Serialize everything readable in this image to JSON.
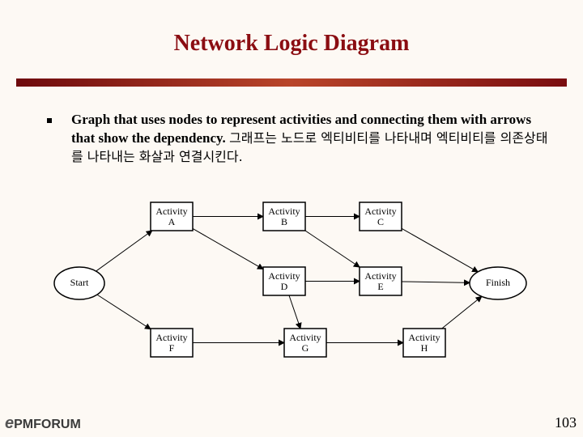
{
  "title": "Network Logic Diagram",
  "bullet_text": {
    "en": "Graph that uses nodes to represent activities and connecting them with arrows that show the dependency.",
    "ko": "그래프는 노드로 엑티비티를 나타내며 엑티비티를 의존상태를 나타내는 화살과 연결시킨다."
  },
  "nodes": {
    "start": "Start",
    "a": [
      "Activity",
      "A"
    ],
    "b": [
      "Activity",
      "B"
    ],
    "c": [
      "Activity",
      "C"
    ],
    "d": [
      "Activity",
      "D"
    ],
    "e": [
      "Activity",
      "E"
    ],
    "f": [
      "Activity",
      "F"
    ],
    "g": [
      "Activity",
      "G"
    ],
    "h": [
      "Activity",
      "H"
    ],
    "finish": "Finish"
  },
  "edges": [
    [
      "start",
      "a"
    ],
    [
      "start",
      "f"
    ],
    [
      "a",
      "b"
    ],
    [
      "b",
      "c"
    ],
    [
      "a",
      "d"
    ],
    [
      "d",
      "e"
    ],
    [
      "b",
      "e"
    ],
    [
      "c",
      "finish"
    ],
    [
      "e",
      "finish"
    ],
    [
      "f",
      "g"
    ],
    [
      "g",
      "h"
    ],
    [
      "d",
      "g"
    ],
    [
      "h",
      "finish"
    ]
  ],
  "footer": {
    "logo_e": "e",
    "logo_text": "PMFORUM",
    "page_number": "103"
  }
}
